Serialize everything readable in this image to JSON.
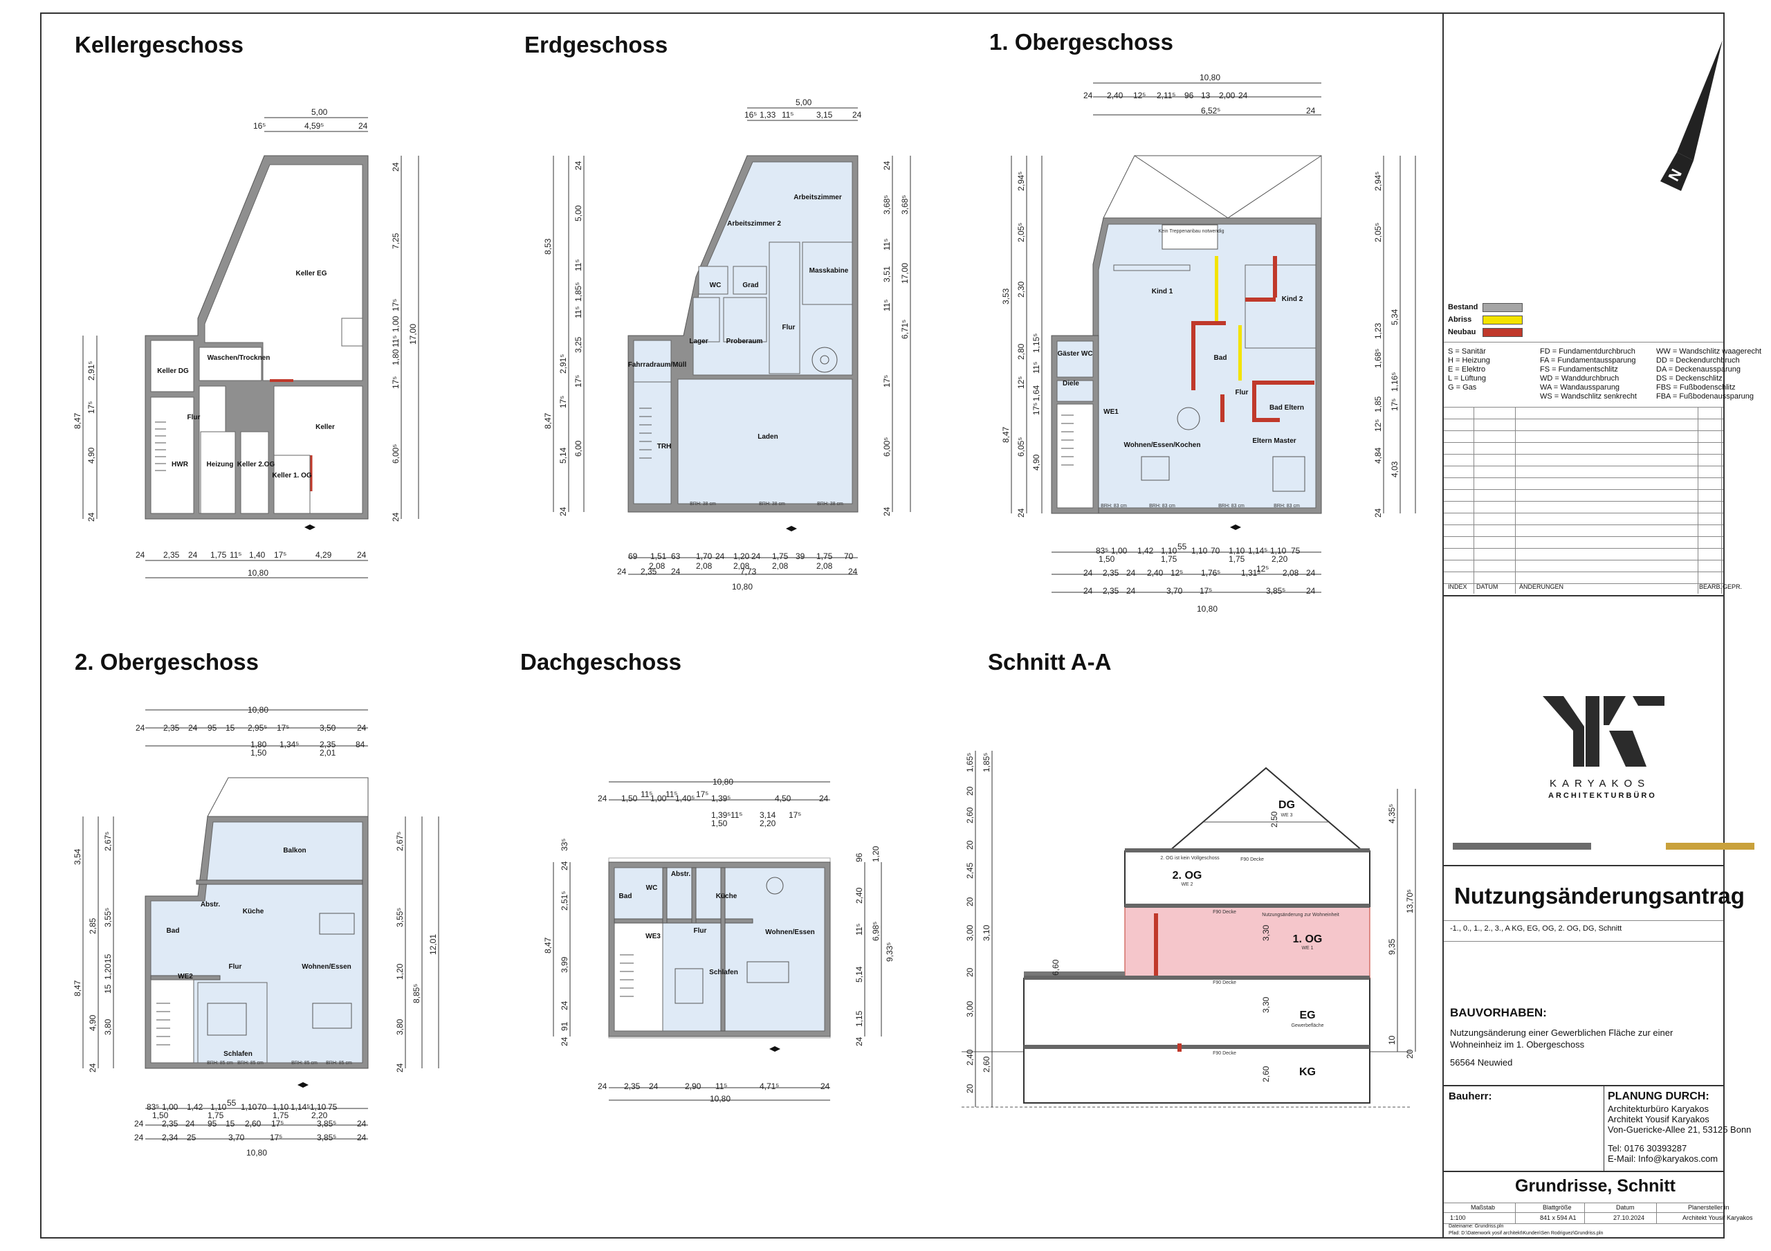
{
  "floors": {
    "kg": {
      "title": "Kellergeschoss",
      "dims_top": [
        "5,00",
        "16⁵",
        "4,59⁵",
        "24"
      ],
      "dims_bottom": [
        "24",
        "2,35",
        "24",
        "1,75",
        "11⁵",
        "1,40",
        "17⁵",
        "4,29",
        "24",
        "10,80"
      ],
      "dims_left": [
        "8,47",
        "2,91⁵",
        "17⁵",
        "4,90",
        "24"
      ],
      "dims_right": [
        "24",
        "7,25",
        "17⁵",
        "1,00",
        "11⁵",
        "1,80",
        "17⁵",
        "6,00⁵",
        "17,00",
        "24"
      ],
      "rooms": [
        "Keller EG",
        "Waschen/Trocknen",
        "Keller DG",
        "Flur",
        "HWR",
        "Heizung",
        "Keller 2.OG",
        "Keller",
        "Keller 1. OG"
      ]
    },
    "eg": {
      "title": "Erdgeschoss",
      "dims_top": [
        "5,00",
        "16⁵",
        "1,33",
        "11⁵",
        "3,15",
        "24"
      ],
      "dims_bottom": [
        "69",
        "1,51",
        "63",
        "1,70",
        "24",
        "1,20",
        "24",
        "1,75",
        "39",
        "1,75",
        "70",
        "2,08",
        "2,08",
        "2,08",
        "2,08",
        "2,08",
        "24",
        "2,35",
        "24",
        "7,73",
        "24",
        "10,80"
      ],
      "dims_left": [
        "24",
        "5,00",
        "11⁵",
        "1,85⁵",
        "11⁵",
        "3,25",
        "17⁵",
        "6,00",
        "8,53",
        "8,47",
        "2,91⁵",
        "17⁵",
        "5,14",
        "24"
      ],
      "dims_right": [
        "24",
        "3,68⁵",
        "3,68⁵",
        "11⁵",
        "3,51",
        "11⁵",
        "6,71⁵",
        "17⁵",
        "6,00⁵",
        "17,00",
        "24"
      ],
      "rooms": [
        "Arbeitszimmer",
        "Arbeitszimmer 2",
        "Masskabine",
        "WC",
        "Grad",
        "Flur",
        "Lager",
        "Proberaum",
        "Fahrradraum/Müll",
        "TRH",
        "Laden",
        "BRH: 38 cm",
        "BRH: 38 cm",
        "BRH: 38 cm"
      ]
    },
    "og1": {
      "title": "1. Obergeschoss",
      "dims_top": [
        "10,80",
        "24",
        "2,40",
        "12⁵",
        "2,11⁵",
        "96",
        "13",
        "2,00",
        "24",
        "6,52⁵",
        "24"
      ],
      "dims_bottom": [
        "83⁵",
        "1,00",
        "1,42",
        "1,10",
        "55",
        "1,10",
        "70",
        "1,10",
        "1,14⁵",
        "1,10",
        "75",
        "1,50",
        "1,75",
        "1,75",
        "2,20",
        "24",
        "2,35",
        "24",
        "2,40",
        "12⁵",
        "1,76⁵",
        "1,31⁵",
        "12⁵",
        "2,08",
        "24",
        "24",
        "2,35",
        "24",
        "3,70",
        "17⁵",
        "3,85⁵",
        "24",
        "10,80"
      ],
      "dims_left": [
        "2,94⁵",
        "2,05⁵",
        "3,53",
        "2,30",
        "2,80",
        "11⁵",
        "1,15⁵",
        "12⁵",
        "1,64",
        "17⁵",
        "6,05⁵",
        "4,90",
        "8,47",
        "24"
      ],
      "dims_right": [
        "2,94⁵",
        "2,05⁵",
        "5,34",
        "1,23",
        "1,68⁵",
        "1,16⁵",
        "1,85",
        "17⁵",
        "12⁵",
        "4,84",
        "4,03",
        "24"
      ],
      "rooms": [
        "Kein Treppenanbau notwendig",
        "Kind 1",
        "Kind 2",
        "Gäster WC",
        "Diele",
        "Bad",
        "Flur",
        "Bad Eltern",
        "Wohnen/Essen/Kochen",
        "Eltern Master",
        "WE1",
        "BRH: 83 cm",
        "BRH: 83 cm",
        "BRH: 83 cm",
        "BRH: 83 cm"
      ]
    },
    "og2": {
      "title": "2. Obergeschoss",
      "dims_top": [
        "10,80",
        "24",
        "2,35",
        "24",
        "95",
        "15",
        "2,95⁵",
        "17⁵",
        "3,50",
        "24",
        "1,80",
        "1,34⁵",
        "2,35",
        "84",
        "1,50",
        "2,01"
      ],
      "dims_bottom": [
        "83⁵",
        "1,00",
        "1,42",
        "1,10",
        "55",
        "1,10",
        "70",
        "1,10",
        "1,14⁵",
        "1,10",
        "75",
        "1,50",
        "1,75",
        "1,75",
        "2,20",
        "24",
        "2,35",
        "24",
        "95",
        "15",
        "2,60",
        "17⁵",
        "3,85⁵",
        "24",
        "24",
        "2,34",
        "25",
        "3,70",
        "17⁵",
        "3,85⁵",
        "24",
        "10,80"
      ],
      "dims_left": [
        "3,54",
        "2,67⁵",
        "2,85",
        "3,55⁵",
        "15",
        "1,20",
        "15",
        "4,90",
        "3,80",
        "8,47",
        "24"
      ],
      "dims_right": [
        "2,67⁵",
        "3,55⁵",
        "1,20",
        "12,01",
        "3,80",
        "8,85⁵",
        "24"
      ],
      "rooms": [
        "Balkon",
        "Bad",
        "Abstr.",
        "Küche",
        "Flur",
        "Wohnen/Essen",
        "Schlafen",
        "WE2",
        "BRH: 85 cm",
        "BRH: 85 cm",
        "BRH: 85 cm",
        "BRH: 85 cm"
      ]
    },
    "dg": {
      "title": "Dachgeschoss",
      "dims_top": [
        "10,80",
        "24",
        "1,50",
        "11⁵",
        "1,00",
        "11⁵",
        "1,40⁵",
        "17⁵",
        "1,39⁵",
        "4,50",
        "24",
        "1,39⁵",
        "11⁵",
        "3,14",
        "17⁵",
        "1,50",
        "2,20"
      ],
      "dims_bottom": [
        "24",
        "2,35",
        "24",
        "2,90",
        "11⁵",
        "4,71⁵",
        "24",
        "10,80"
      ],
      "dims_left": [
        "33⁵",
        "24",
        "2,51⁵",
        "3,99",
        "8,47",
        "24",
        "91",
        "24"
      ],
      "dims_right": [
        "96",
        "1,20",
        "2,40",
        "11⁵",
        "5,14",
        "6,98⁵",
        "9,33⁵",
        "1,15",
        "24"
      ],
      "rooms": [
        "Bad",
        "WC",
        "Abstr.",
        "Küche",
        "Flur",
        "Wohnen/Essen",
        "Schlafen",
        "WE3"
      ]
    },
    "schnitt": {
      "title": "Schnitt A-A",
      "dims_left": [
        "1,65⁵",
        "1,85⁵",
        "20",
        "2,60",
        "20",
        "2,45",
        "20",
        "3,00",
        "3,10",
        "20",
        "3,00",
        "2,40",
        "2,60",
        "20"
      ],
      "dims_right": [
        "4,35⁵",
        "13,70⁵",
        "9,35",
        "10",
        "20"
      ],
      "levels": [
        "DG",
        "WE 3",
        "2. OG",
        "WE 2",
        "1. OG",
        "WE 1",
        "EG",
        "Gewerbefläche",
        "KG"
      ],
      "notes": [
        "2. OG ist kein Vollgeschoss",
        "F90 Decke",
        "F90 Decke",
        "F90 Decke",
        "F90 Decke",
        "Nutzungsänderung zur Wohneinheit",
        "2,50",
        "3,30",
        "3,30",
        "2,60",
        "6,60"
      ]
    }
  },
  "titleblock": {
    "legend": [
      {
        "label": "Bestand",
        "color": "#a6a6a6"
      },
      {
        "label": "Abriss",
        "color": "#f3e300"
      },
      {
        "label": "Neubau",
        "color": "#c0392b"
      }
    ],
    "abbr_col1": [
      "S = Sanitär",
      "H = Heizung",
      "E = Elektro",
      "L = Lüftung",
      "G = Gas"
    ],
    "abbr_col2": [
      "FD = Fundamentdurchbruch",
      "FA = Fundamentaussparung",
      "FS = Fundamentschlitz",
      "WD = Wanddurchbruch",
      "WA = Wandaussparung",
      "WS = Wandschlitz senkrecht"
    ],
    "abbr_col3": [
      "WW = Wandschlitz waagerecht",
      "DD = Deckendurchbruch",
      "DA = Deckenaussparung",
      "DS = Deckenschlitz",
      "FBS = Fußbodenschlitz",
      "FBA = Fußbodenaussparung"
    ],
    "change_header": {
      "index": "INDEX",
      "datum": "DATUM",
      "aenderungen": "ÄNDERUNGEN",
      "bearb": "BEARB.",
      "gepr": "GEPR."
    },
    "logo_name": "KARYAKOS",
    "logo_sub": "ARCHITEKTURBÜRO",
    "main_title": "Nutzungsänderungsantrag",
    "plan_list": "-1., 0., 1., 2., 3., A KG, EG, OG, 2. OG, DG, Schnitt",
    "bauvorhaben_label": "BAUVORHABEN:",
    "bauvorhaben_text": "Nutzungsänderung einer Gewerblichen Fläche zur einer Wohneinheiz im 1. Obergeschoss",
    "ort": "56564 Neuwied",
    "bauherr_label": "Bauherr:",
    "planung_label": "PLANUNG DURCH:",
    "planung_lines": [
      "Architekturbüro Karyakos",
      "Architekt Yousif Karyakos",
      "Von-Guericke-Allee 21, 53125 Bonn"
    ],
    "tel": "Tel: 0176 30393287",
    "email": "E-Mail: Info@karyakos.com",
    "sheet_title": "Grundrisse, Schnitt",
    "meta_labels": [
      "Maßstab",
      "Blattgröße",
      "Datum",
      "Planersteller:in"
    ],
    "meta_values": [
      "1:100",
      "841 x 594 A1",
      "27.10.2024",
      "Architekt Yousif Karyakos"
    ],
    "file1": "Dateiname: Grundriss.pln",
    "file2": "Pfad: D:\\Datenwork yosif architekt\\Kunden\\Sen Rodriguez\\Grundriss.pln"
  }
}
